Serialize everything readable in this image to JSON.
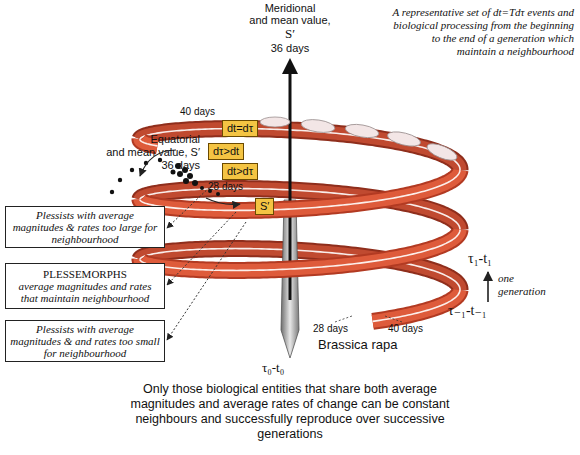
{
  "diagram": {
    "caption": "Only those biological entities that share both average magnitudes and average rates of change can be constant neighbours and successfully reproduce over successive generations",
    "nodes": [
      {
        "text": [
          "dt=dτ"
        ]
      },
      {
        "text": [
          "dτ>dt"
        ]
      },
      {
        "text": [
          "dt>dτ"
        ]
      },
      {
        "text": [
          "S′"
        ]
      },
      {
        "text": [
          "Plessists with average magnitudes & rates too large for neighbourhood"
        ]
      },
      {
        "text": [
          "PLESSEMORPHS",
          "average magnitudes and rates that maintain neighbourhood"
        ]
      },
      {
        "text": [
          "Plessists with average magnitudes & and rates too small for neighbourhood"
        ]
      }
    ],
    "labels": [
      "Meridional",
      "and mean value,",
      "S′",
      "36 days",
      "A representative set of dt=Tdτ events and biological processing from the beginning to the end of a generation which maintain a neighbourhood",
      "40 days",
      "Equatorial",
      "and mean value, S′",
      "36 days",
      "28 days",
      "τ₁-t₁",
      "one generation",
      "τ₋₁-t₋₁",
      "28 days",
      "40 days",
      "Brassica rapa",
      "τ₀-t₀"
    ]
  }
}
